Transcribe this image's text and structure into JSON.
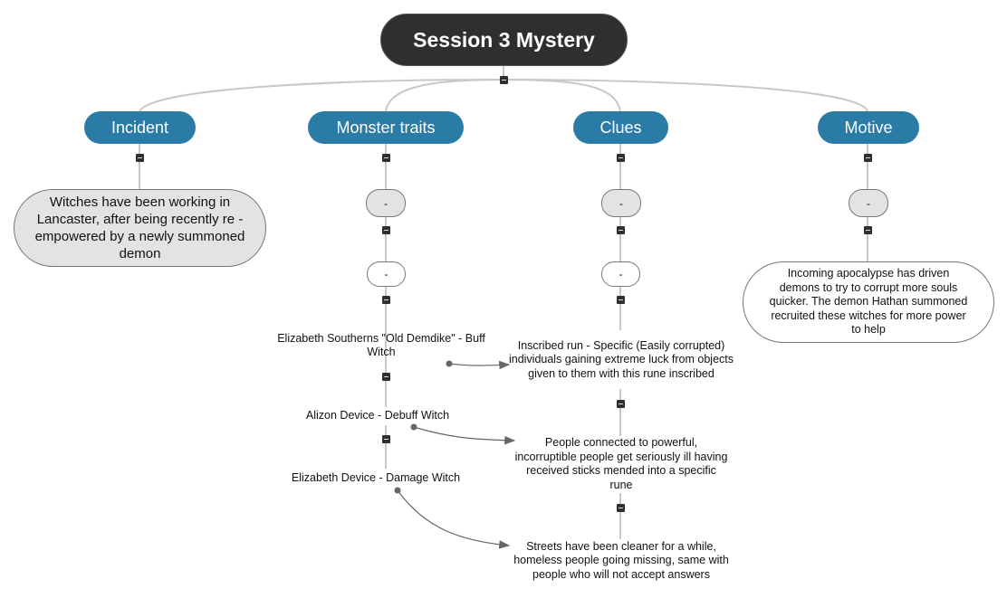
{
  "root": {
    "title": "Session 3 Mystery"
  },
  "branches": [
    {
      "label": "Incident",
      "children": [
        {
          "text": "Witches have been working in Lancaster, after being recently re -empowered by a newly summoned demon",
          "style": "grey"
        }
      ]
    },
    {
      "label": "Monster traits",
      "children": [
        {
          "text": "-",
          "style": "grey"
        },
        {
          "text": "-",
          "style": "white"
        },
        {
          "text": "Elizabeth Southerns \"Old Demdike\" - Buff Witch",
          "style": "plain"
        },
        {
          "text": "Alizon Device - Debuff Witch",
          "style": "plain"
        },
        {
          "text": "Elizabeth Device - Damage Witch",
          "style": "plain"
        }
      ]
    },
    {
      "label": "Clues",
      "children": [
        {
          "text": "-",
          "style": "grey"
        },
        {
          "text": "-",
          "style": "white"
        },
        {
          "text": "Inscribed run - Specific (Easily corrupted) individuals gaining extreme luck from objects given to them with this rune inscribed",
          "style": "plain"
        },
        {
          "text": "People connected to powerful, incorruptible people get seriously ill having received sticks mended into a specific rune",
          "style": "plain"
        },
        {
          "text": "Streets have been cleaner for a while, homeless people going missing, same with people who will not accept answers",
          "style": "plain"
        }
      ]
    },
    {
      "label": "Motive",
      "children": [
        {
          "text": "-",
          "style": "grey"
        },
        {
          "text": "Incoming apocalypse has driven demons to try to corrupt more souls quicker. The demon Hathan summoned recruited these witches for more power to help",
          "style": "white"
        }
      ]
    }
  ],
  "relationships": [
    {
      "from": "Elizabeth Southerns \"Old Demdike\" - Buff Witch",
      "to": "Inscribed run - Specific (Easily corrupted) individuals gaining extreme luck from objects given to them with this rune inscribed"
    },
    {
      "from": "Alizon Device - Debuff Witch",
      "to": "People connected to powerful, incorruptible people get seriously ill having received sticks mended into a specific rune"
    },
    {
      "from": "Elizabeth Device - Damage Witch",
      "to": "Streets have been cleaner for a while, homeless people going missing, same with people who will not accept answers"
    }
  ],
  "colors": {
    "root_bg": "#2e2f31",
    "branch_bg": "#2b7ba7",
    "grey_node_bg": "#e3e3e3",
    "connector": "#c8c8c8",
    "relationship_arrow": "#666666"
  }
}
